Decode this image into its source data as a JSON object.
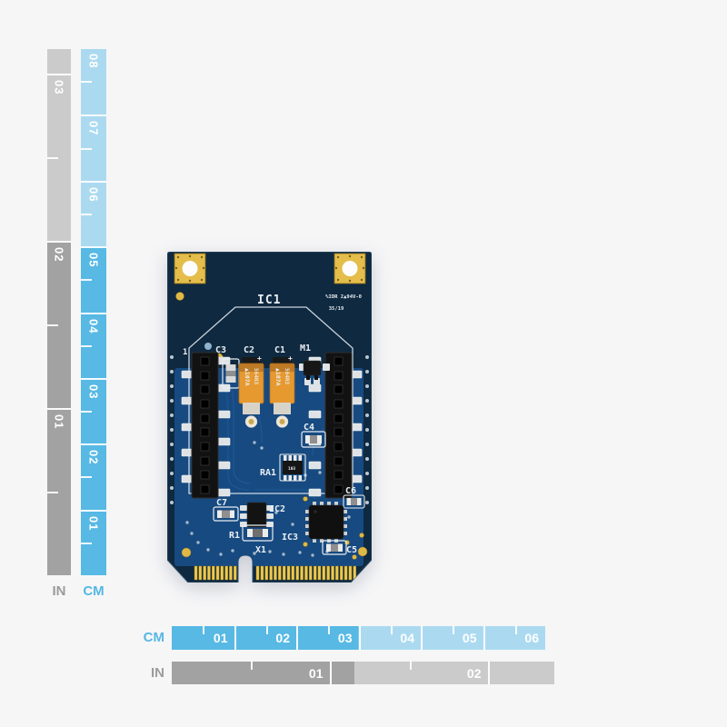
{
  "rulers": {
    "left_in": {
      "unit": "IN",
      "labels": [
        "03",
        "02",
        "01"
      ]
    },
    "left_cm": {
      "unit": "CM",
      "labels": [
        "08",
        "07",
        "06",
        "05",
        "04",
        "03",
        "02",
        "01"
      ]
    },
    "bottom_cm": {
      "unit": "CM",
      "labels": [
        "01",
        "02",
        "03",
        "04",
        "05",
        "06"
      ]
    },
    "bottom_in": {
      "unit": "IN",
      "labels": [
        "01",
        "02"
      ]
    }
  },
  "board": {
    "labels": {
      "ic1": "IC1",
      "c1": "C1",
      "c2": "C2",
      "c3": "C3",
      "c4": "C4",
      "c5": "C5",
      "c6": "C6",
      "c7": "C7",
      "m1": "M1",
      "ra1": "RA1",
      "ic2": "IC2",
      "ic3": "IC3",
      "r1": "R1",
      "x1": "X1",
      "pin1": "1",
      "plus": "+"
    },
    "markings": {
      "ul_rating": "%IDR 2▲94V-0",
      "date_code": "35/19",
      "cap_line1": "▲107A",
      "cap_line2": "564N3",
      "ra1_value": "103"
    }
  },
  "colors": {
    "background": "#f6f6f7",
    "ruler_cm_dark": "#57b9e4",
    "ruler_cm_light": "#abdaf0",
    "ruler_in_dark": "#a2a2a2",
    "ruler_in_light": "#cbcbcb",
    "pcb_navy": "#0f2940",
    "pcb_blue": "#174a80",
    "gold": "#e4bd4a",
    "silkscreen": "#e9eef3"
  }
}
